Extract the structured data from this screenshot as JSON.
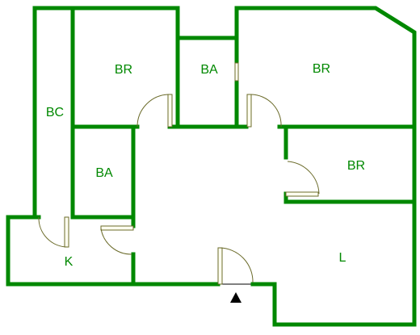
{
  "rooms": {
    "br_top_left": "BR",
    "ba_top": "BA",
    "br_top_right": "BR",
    "bc": "BC",
    "ba_left": "BA",
    "br_right": "BR",
    "k": "K",
    "l": "L"
  },
  "colors": {
    "wall": "#008800",
    "wall_edge": "#000000",
    "label": "#008800",
    "door": "#6b6b2a",
    "background": "#ffffff"
  },
  "icons": {
    "entrance": "entrance-arrow-icon"
  }
}
